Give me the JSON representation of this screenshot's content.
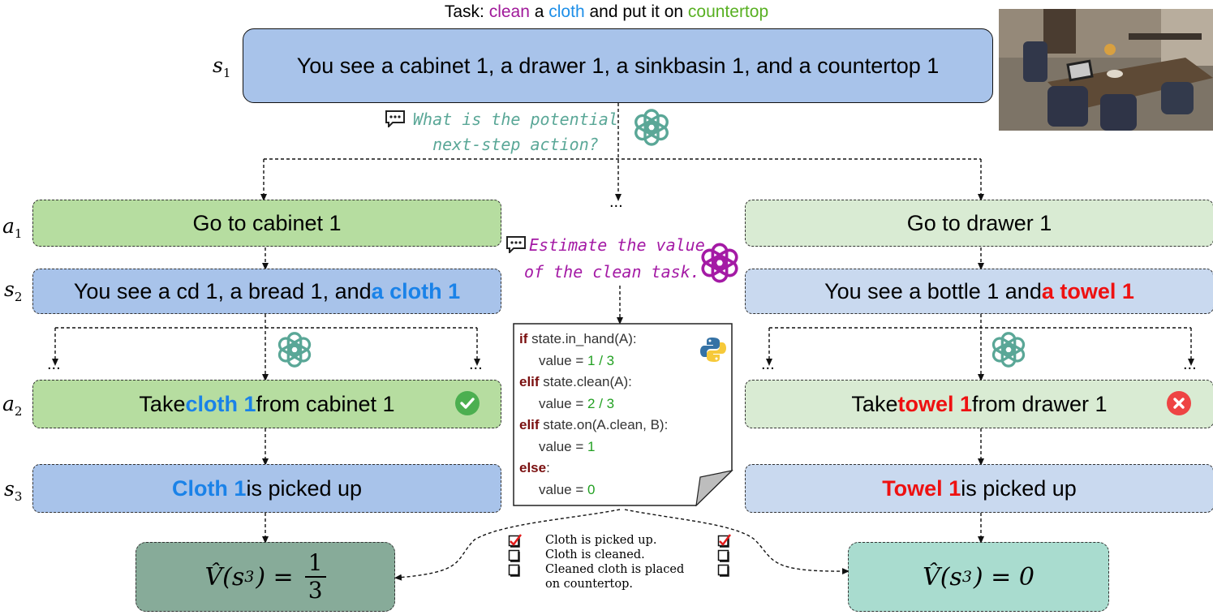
{
  "task": {
    "prefix": "Task: ",
    "w1": "clean",
    "mid1": " a ",
    "w2": "cloth",
    "mid2": " and put it on ",
    "w3": "countertop"
  },
  "s1_text": "You see a cabinet 1, a drawer 1, a sinkbasin 1, and a countertop 1",
  "labels": {
    "s": "s",
    "a": "a",
    "n1": "1",
    "n2": "2",
    "n3": "3"
  },
  "query1": {
    "line1": "What is the potential",
    "line2": "next-step action?"
  },
  "query2": {
    "line1": "Estimate the value",
    "line2": "of the clean task."
  },
  "ellipsis": "...",
  "left": {
    "a1": "Go to cabinet 1",
    "s2_pre": "You see a cd 1, a bread 1, and ",
    "s2_hl": "a cloth 1",
    "a2_pre": "Take ",
    "a2_hl": "cloth 1",
    "a2_post": " from cabinet 1",
    "s3_hl": "Cloth 1",
    "s3_post": " is picked up",
    "value": {
      "lhs": "V̂(s",
      "sub": "3",
      "eq": ") =",
      "num": "1",
      "den": "3"
    }
  },
  "right": {
    "a1": "Go to drawer 1",
    "s2_pre": "You see a bottle 1 and ",
    "s2_hl": "a towel 1",
    "a2_pre": "Take ",
    "a2_hl": "towel 1",
    "a2_post": " from drawer 1",
    "s3_hl": "Towel 1",
    "s3_post": " is picked up",
    "value": {
      "lhs": "V̂(s",
      "sub": "3",
      "eq": ") = 0"
    }
  },
  "code": {
    "if": "if",
    "cond1": " state.in_hand(A):",
    "assign": "value = ",
    "v1": "1 / 3",
    "elif": "elif",
    "cond2": " state.clean(A):",
    "v2": "2 / 3",
    "cond3": " state.on(A.clean, B):",
    "v3": "1",
    "else": "else",
    "colon": ":",
    "v4": "0"
  },
  "checklist": [
    "Cloth is picked up.",
    "Cloth is cleaned.",
    "Cleaned cloth is placed",
    "on countertop."
  ],
  "colors": {
    "green_box": "#b6dda0",
    "green_light": "#d9ebd3",
    "blue_box": "#a8c3ea",
    "blue_light": "#c9d9ef",
    "value_left": "#87ab99",
    "value_right": "#a9dccf"
  },
  "icons": [
    "openai-logo-icon",
    "chat-bubble-icon",
    "python-logo-icon",
    "check-circle-icon",
    "x-circle-icon",
    "checkbox-icon"
  ]
}
